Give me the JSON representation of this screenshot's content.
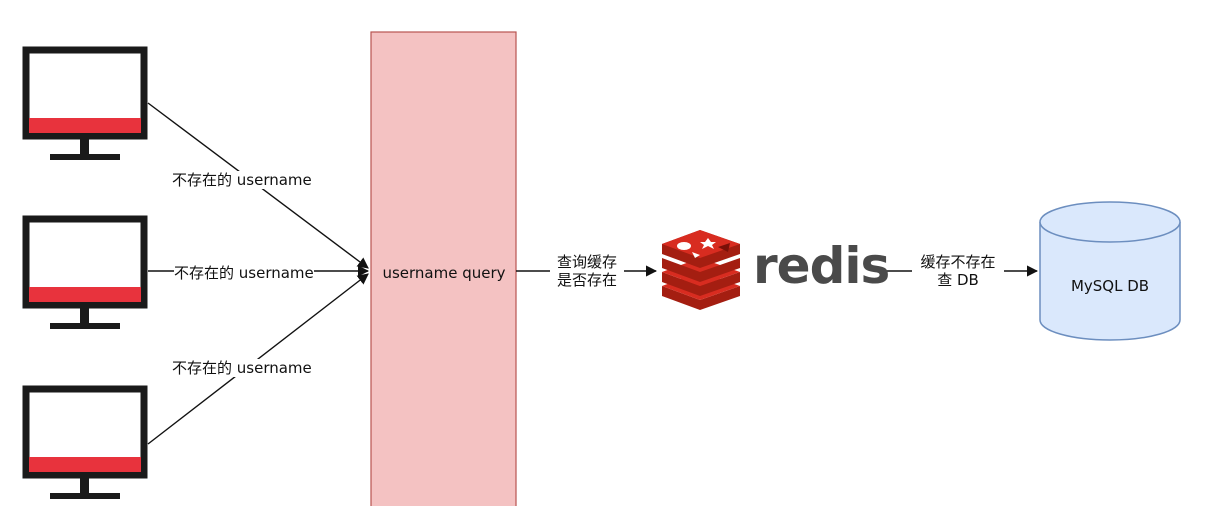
{
  "clients": [
    {
      "edge_label": "不存在的 username"
    },
    {
      "edge_label": "不存在的 username"
    },
    {
      "edge_label": "不存在的 username"
    }
  ],
  "gateway": {
    "label": "username query"
  },
  "edge_cache_check": {
    "line1": "查询缓存",
    "line2": "是否存在"
  },
  "redis": {
    "wordmark": "redis"
  },
  "edge_db_fallback": {
    "line1": "缓存不存在",
    "line2": "查 DB"
  },
  "database": {
    "label": "MySQL DB"
  },
  "colors": {
    "monitor_stroke": "#1a1a1a",
    "monitor_bar": "#e8333d",
    "gateway_fill": "#f4c2c2",
    "gateway_stroke": "#b85450",
    "db_fill": "#dae8fc",
    "db_stroke": "#6c8ebf",
    "redis_red": "#d82c20"
  }
}
